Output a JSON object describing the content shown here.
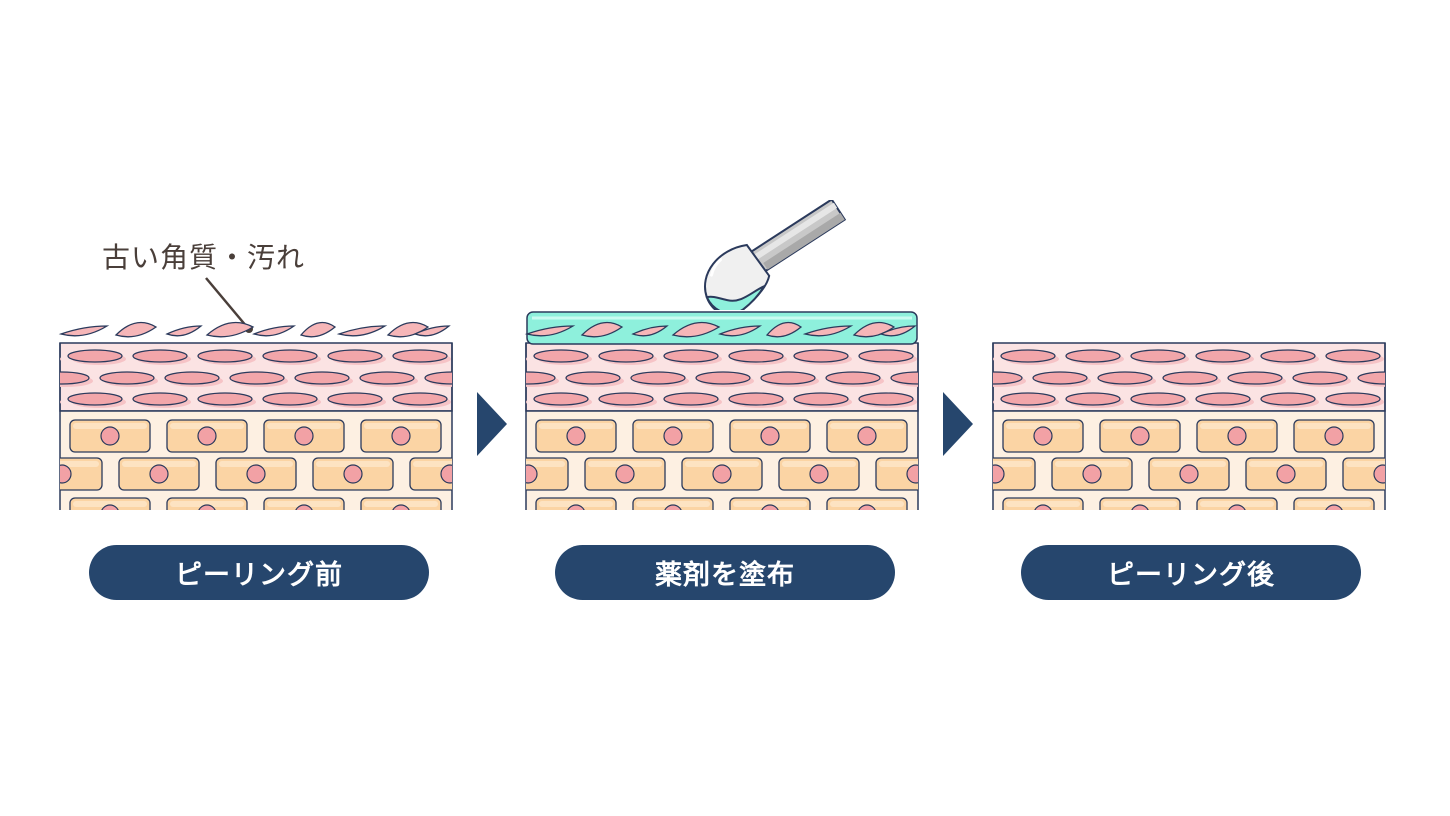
{
  "callout": {
    "text": "古い角質・汚れ"
  },
  "steps": [
    {
      "label": "ピーリング前"
    },
    {
      "label": "薬剤を塗布"
    },
    {
      "label": "ピーリング後"
    }
  ],
  "colors": {
    "label_bg": "#26466d",
    "label_text": "#ffffff",
    "arrow": "#26466d",
    "outline": "#2b3a5c",
    "epidermis_bg": "#fbe3e3",
    "epidermis_cell": "#f2a6aa",
    "basal_bg": "#fdf0e2",
    "basal_cell": "#fbd4a4",
    "nucleus": "#f2a1a5",
    "old_flake": "#f6b6b8",
    "peeling_agent": "#8ef0dc",
    "brush_handle": "#c8c8c8",
    "brush_head": "#f0f0f0"
  },
  "icons": [
    "chevron-right-icon",
    "brush-icon"
  ]
}
